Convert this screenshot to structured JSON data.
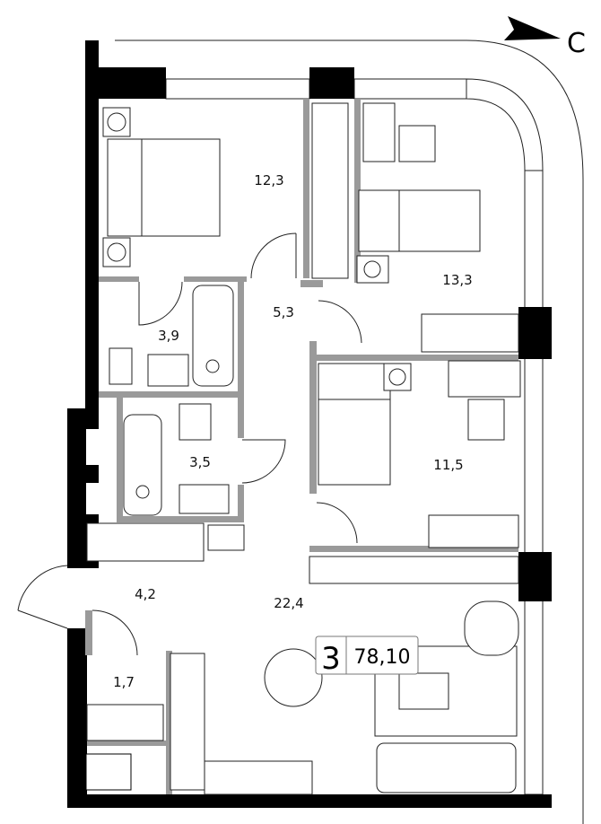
{
  "plan": {
    "compass_label": "С",
    "rooms_count": "3",
    "total_area": "78,10",
    "rooms": [
      {
        "id": "bedroom-master",
        "area": "12,3"
      },
      {
        "id": "bedroom-2",
        "area": "13,3"
      },
      {
        "id": "corridor",
        "area": "5,3"
      },
      {
        "id": "bathroom-1",
        "area": "3,9"
      },
      {
        "id": "bathroom-2",
        "area": "3,5"
      },
      {
        "id": "bedroom-3",
        "area": "11,5"
      },
      {
        "id": "hall",
        "area": "4,2"
      },
      {
        "id": "living-kitchen",
        "area": "22,4"
      },
      {
        "id": "storage",
        "area": "1,7"
      }
    ]
  },
  "colors": {
    "wall": "#000000",
    "partition": "#9a9a9a"
  }
}
